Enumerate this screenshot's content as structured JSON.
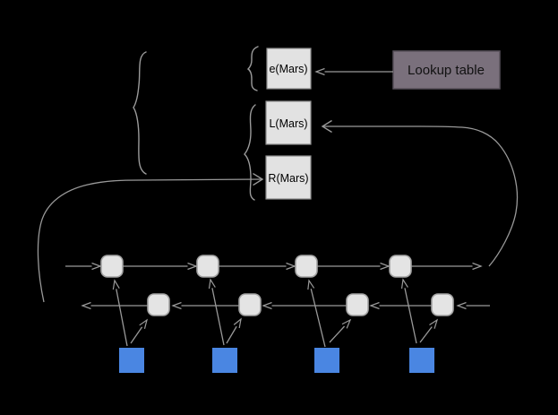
{
  "colors": {
    "background": "#000000",
    "line_gray": "#999999",
    "node_fill": "#e4e4e4",
    "node_border": "#a3a3a3",
    "embedding_box_fill": "#e2e2e2",
    "embedding_box_border": "#8c8c8c",
    "lookup_fill": "#7a707c",
    "lookup_border": "#57505a",
    "input_blue": "#4a86e2",
    "label_text": "#000000"
  },
  "diagram": {
    "embedding_boxes": [
      {
        "label": "e(Mars)"
      },
      {
        "label": "L(Mars)"
      },
      {
        "label": "R(Mars)"
      }
    ],
    "lookup_table": {
      "label": "Lookup table"
    },
    "forward_rnn_node_count": 4,
    "backward_rnn_node_count": 4,
    "input_square_count": 4
  }
}
